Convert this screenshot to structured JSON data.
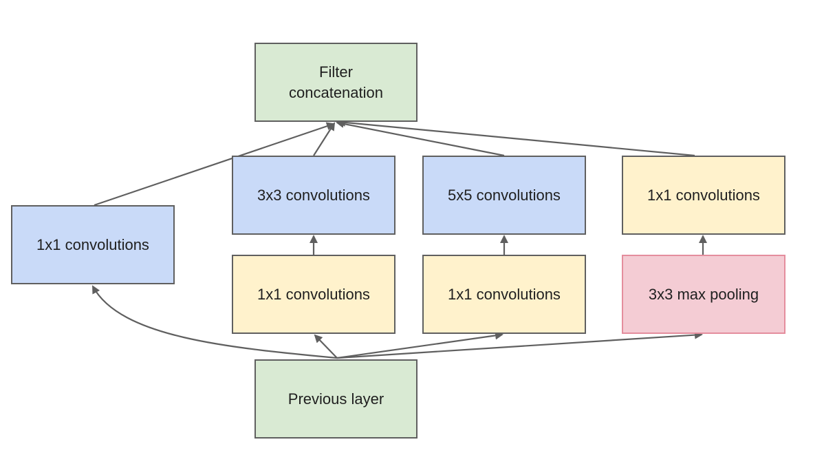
{
  "nodes": {
    "filter_concat": {
      "label": "Filter\nconcatenation",
      "color": "#d9ead3"
    },
    "conv1x1_left": {
      "label": "1x1 convolutions",
      "color": "#c9daf8"
    },
    "conv3x3": {
      "label": "3x3 convolutions",
      "color": "#c9daf8"
    },
    "conv5x5": {
      "label": "5x5 convolutions",
      "color": "#c9daf8"
    },
    "conv1x1_after_pool": {
      "label": "1x1 convolutions",
      "color": "#fff2cc"
    },
    "conv1x1_before_3x3": {
      "label": "1x1 convolutions",
      "color": "#fff2cc"
    },
    "conv1x1_before_5x5": {
      "label": "1x1 convolutions",
      "color": "#fff2cc"
    },
    "maxpool3x3": {
      "label": "3x3 max pooling",
      "color": "#f4ccd4"
    },
    "previous_layer": {
      "label": "Previous layer",
      "color": "#d9ead3"
    }
  },
  "edges": [
    {
      "from": "previous_layer",
      "to": "conv1x1_left"
    },
    {
      "from": "previous_layer",
      "to": "conv1x1_before_3x3"
    },
    {
      "from": "previous_layer",
      "to": "conv1x1_before_5x5"
    },
    {
      "from": "previous_layer",
      "to": "maxpool3x3"
    },
    {
      "from": "conv1x1_before_3x3",
      "to": "conv3x3"
    },
    {
      "from": "conv1x1_before_5x5",
      "to": "conv5x5"
    },
    {
      "from": "maxpool3x3",
      "to": "conv1x1_after_pool"
    },
    {
      "from": "conv1x1_left",
      "to": "filter_concat"
    },
    {
      "from": "conv3x3",
      "to": "filter_concat"
    },
    {
      "from": "conv5x5",
      "to": "filter_concat"
    },
    {
      "from": "conv1x1_after_pool",
      "to": "filter_concat"
    }
  ],
  "colors": {
    "edge": "#5f5f5f",
    "border": "#5f5f5f"
  }
}
